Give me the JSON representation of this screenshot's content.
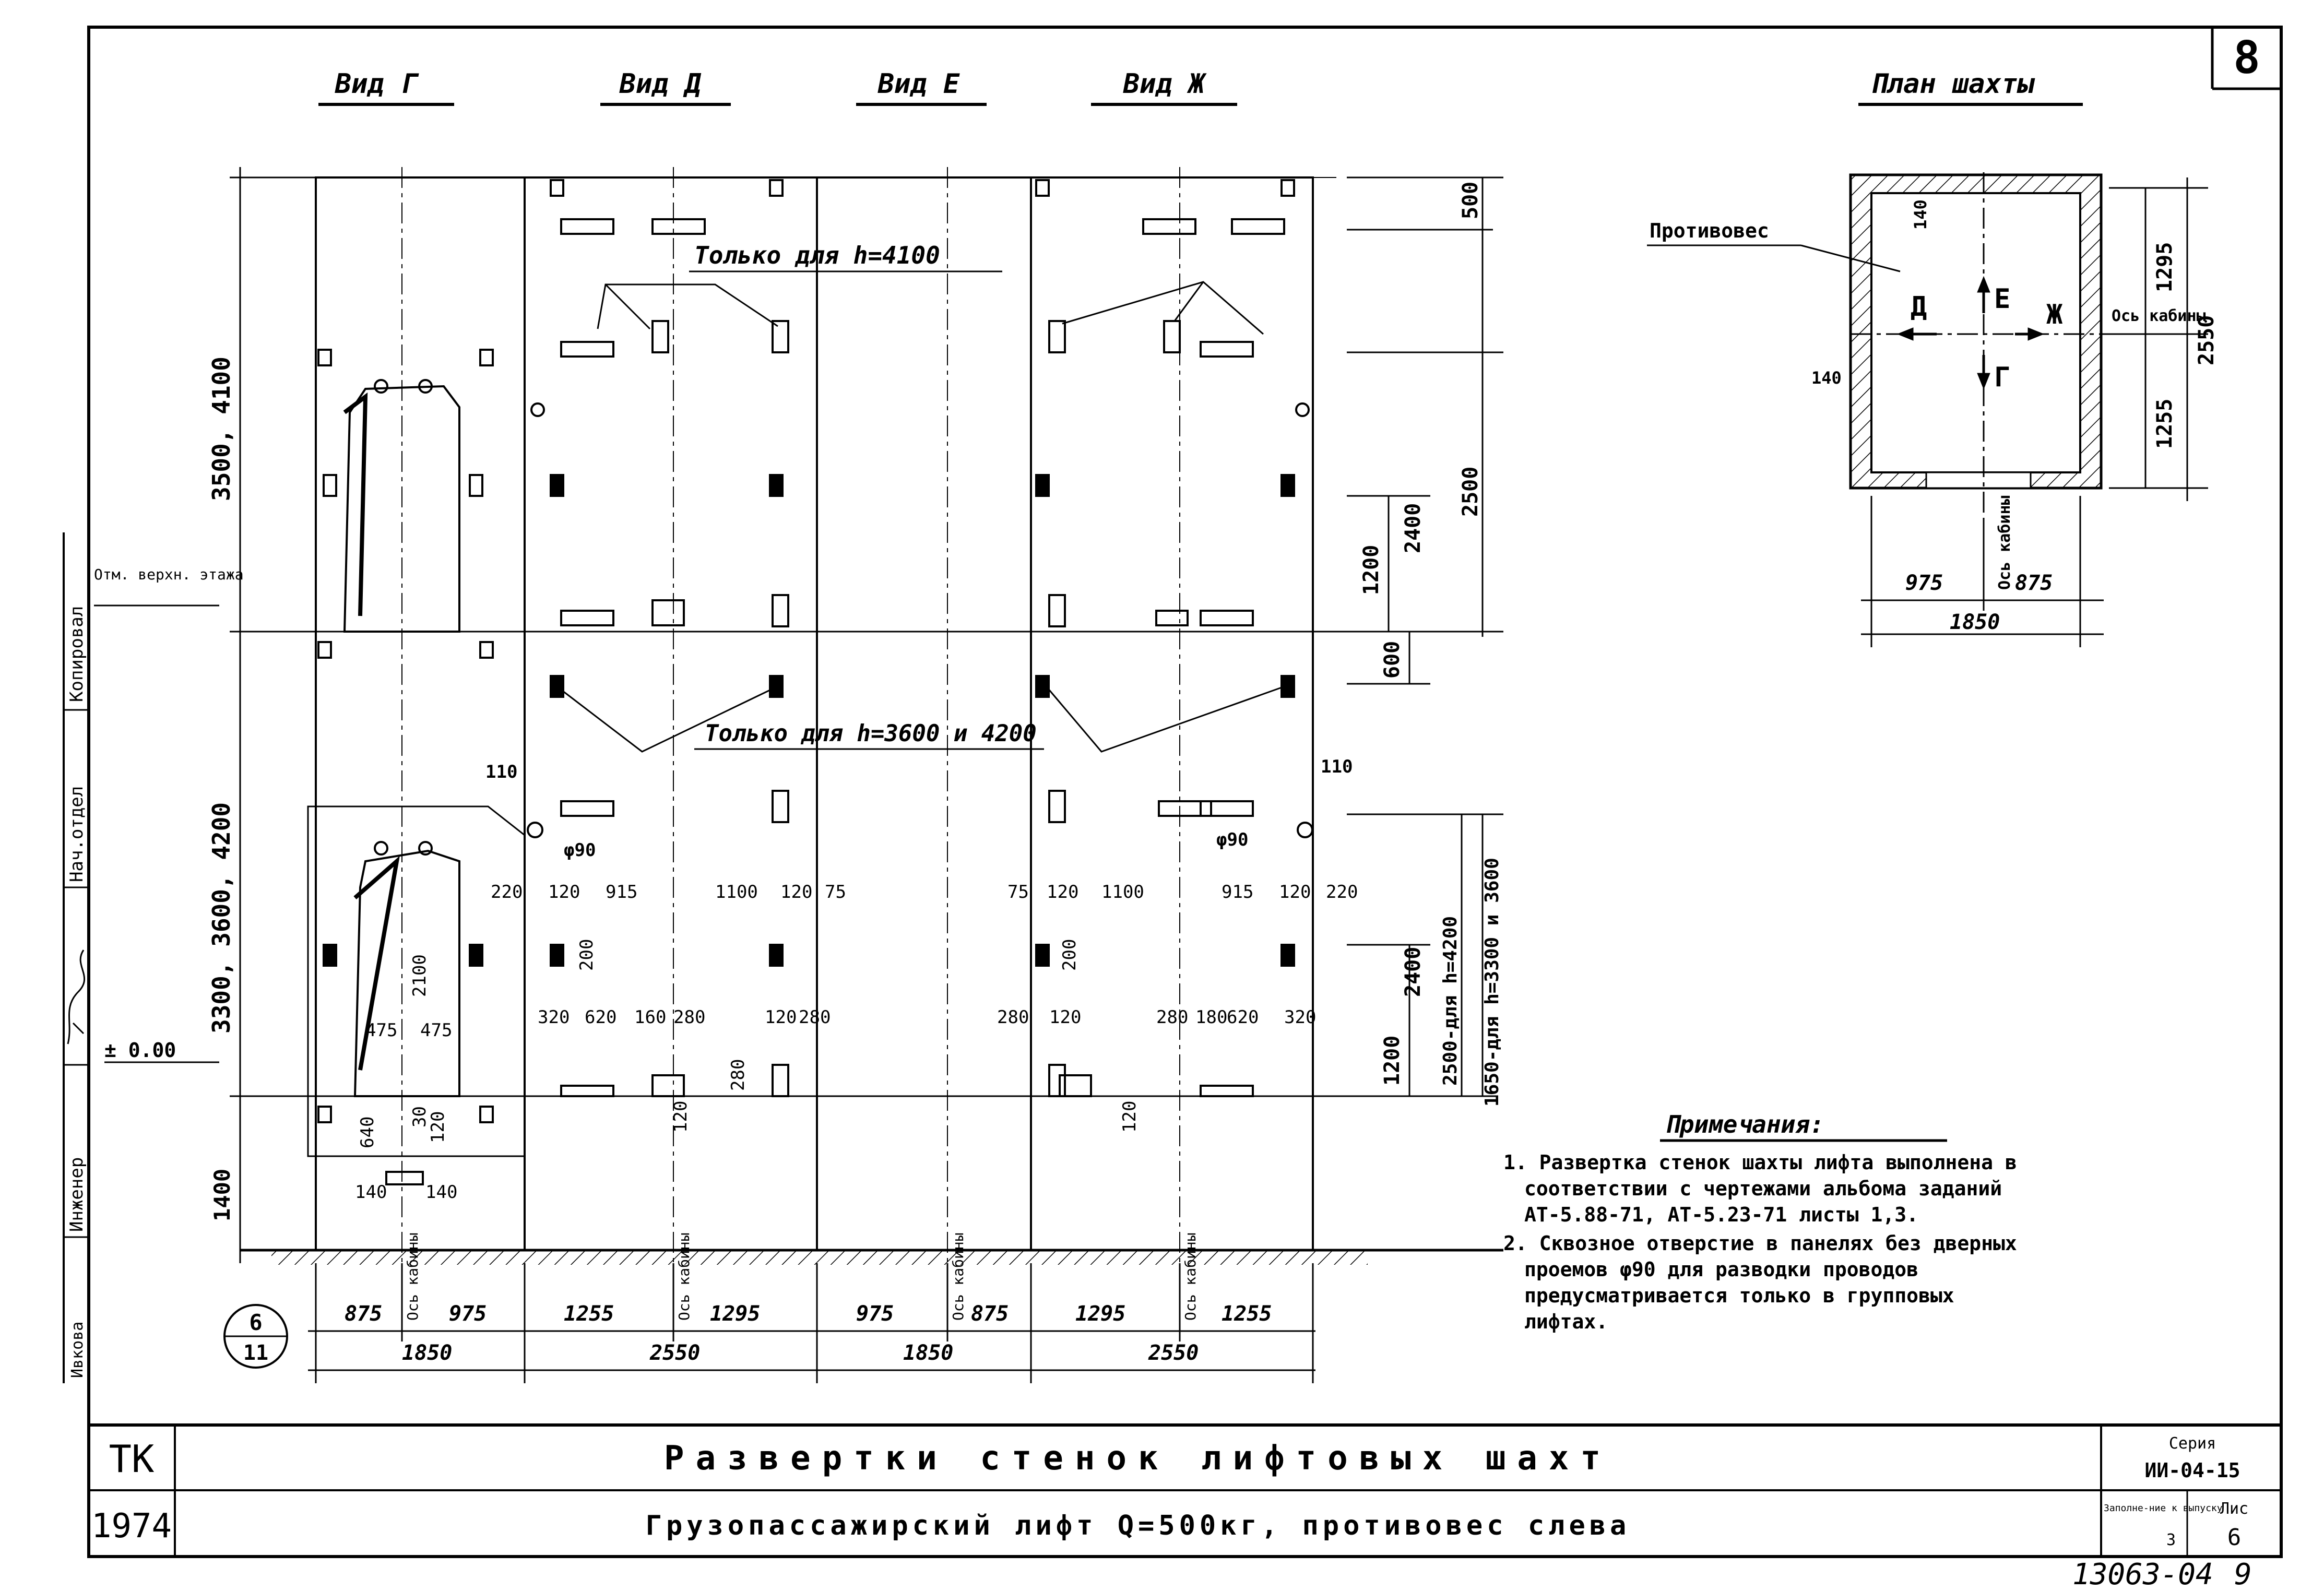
{
  "sheet": {
    "number": "8",
    "stamp": "13063-04",
    "stamp_page": "9"
  },
  "views": {
    "g": "Вид Г",
    "d": "Вид Д",
    "e": "Вид Е",
    "zh": "Вид Ж",
    "plan": "План шахты"
  },
  "side_labels": {
    "col1": "Копировал",
    "col2": "Нач.отдел",
    "col3": "Инженер",
    "col4": "Ивкова"
  },
  "dimensions": {
    "h_left_top": "3500, 4100",
    "h_left_bottom": "3300, 3600, 4200",
    "h_left_pit": "1400",
    "r500": "500",
    "r2400a": "2400",
    "r2500": "2500",
    "r1200a": "1200",
    "r600": "600",
    "r2400b": "2400",
    "r1200b": "1200",
    "r2500_4200": "2500-для h=4200",
    "r1650": "1650-для h=3300 и 3600",
    "d110_l": "110",
    "d110_r": "110",
    "phi90_l": "φ90",
    "phi90_r": "φ90",
    "d2100": "2100",
    "d475a": "475",
    "d475b": "475",
    "d640": "640",
    "d30": "30",
    "d120c": "120",
    "d140a": "140",
    "d140b": "140",
    "row1": [
      "220",
      "120",
      "915",
      "1100",
      "120",
      "75"
    ],
    "row1r": [
      "75",
      "120",
      "1100",
      "915",
      "120",
      "220"
    ],
    "row2": [
      "320",
      "620",
      "160",
      "280",
      "120",
      "280"
    ],
    "row2r": [
      "280",
      "120",
      "280",
      "180",
      "620",
      "320"
    ],
    "d200a": "200",
    "d200b": "200",
    "d120v": "120",
    "d280v": "280",
    "d120m": "120",
    "bottom1": [
      "875",
      "975",
      "1255",
      "1295",
      "975",
      "875",
      "1295",
      "1255"
    ],
    "bottom2": [
      "1850",
      "2550",
      "1850",
      "2550"
    ],
    "axis": "Ось кабины",
    "zero": "± 0.00",
    "top_floor": "Отм. верхн. этажа",
    "callout_top": "6",
    "callout_bottom": "11"
  },
  "annotations": {
    "only_4100": "Только для h=4100",
    "only_3600_4200": "Только для h=3600 и 4200"
  },
  "plan": {
    "counterweight": "Противовес",
    "letter_d": "Д",
    "letter_e": "Е",
    "letter_zh": "Ж",
    "letter_g": "Г",
    "axis_cab": "Ось кабины",
    "d140_top": "140",
    "d140_left": "140",
    "d1295": "1295",
    "d1255": "1255",
    "d2550": "2550",
    "d975": "975",
    "d875": "875",
    "d1850": "1850"
  },
  "notes": {
    "title": "Примечания:",
    "lines": [
      "1. Развертка стенок шахты лифта выполнена в",
      "соответствии с чертежами альбома заданий",
      "АТ-5.88-71, АТ-5.23-71 листы 1,3.",
      "2. Сквозное отверстие в панелях без дверных",
      "проемов φ90 для разводки проводов",
      "предусматривается только в групповых",
      "лифтах."
    ]
  },
  "title_block": {
    "org": "ТК",
    "year": "1974",
    "title": "Развертки стенок лифтовых шахт",
    "subtitle": "Грузопассажирский лифт Q=500кг, противовес слева",
    "series_label": "Серия",
    "series_value": "ИИ-04-15",
    "issue_label": "Заполне-ние к выпуску",
    "issue_value": "3",
    "sheet_label": "Лис",
    "sheet_value": "6"
  }
}
